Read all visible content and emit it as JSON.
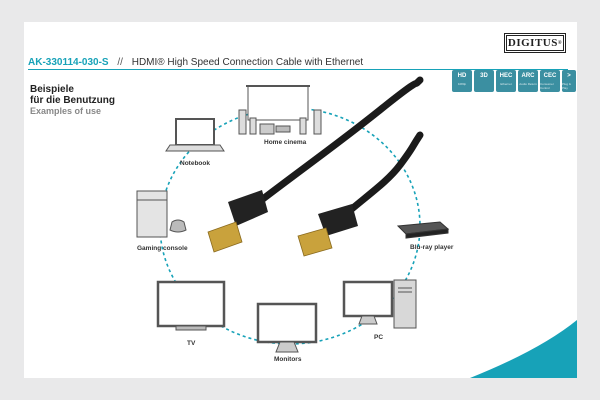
{
  "brand": {
    "logo_text": "DIGITUS",
    "reg_mark": "®"
  },
  "header": {
    "part_number": "AK-330114-030-S",
    "separator": "//",
    "product_title": "HDMI® High Speed Connection Cable with Ethernet"
  },
  "features": [
    {
      "label": "HD",
      "sub": "1080p"
    },
    {
      "label": "3D",
      "sub": ""
    },
    {
      "label": "HEC",
      "sub": "Ethernet"
    },
    {
      "label": "ARC",
      "sub": "Audio Return"
    },
    {
      "label": "CEC",
      "sub": "Consumer Control"
    },
    {
      "label": ">",
      "sub": "Plug & Play"
    }
  ],
  "section": {
    "heading_de_1": "Beispiele",
    "heading_de_2": "für die Benutzung",
    "heading_en": "Examples of use"
  },
  "devices": {
    "home_cinema": "Home cinema",
    "notebook": "Notebook",
    "gaming_console": "Gaming console",
    "blu_ray": "Blu-ray player",
    "tv": "TV",
    "monitors": "Monitors",
    "pc": "PC"
  },
  "colors": {
    "accent": "#17a2b8",
    "badge": "#3b8fa1",
    "icon_stroke": "#555555"
  }
}
